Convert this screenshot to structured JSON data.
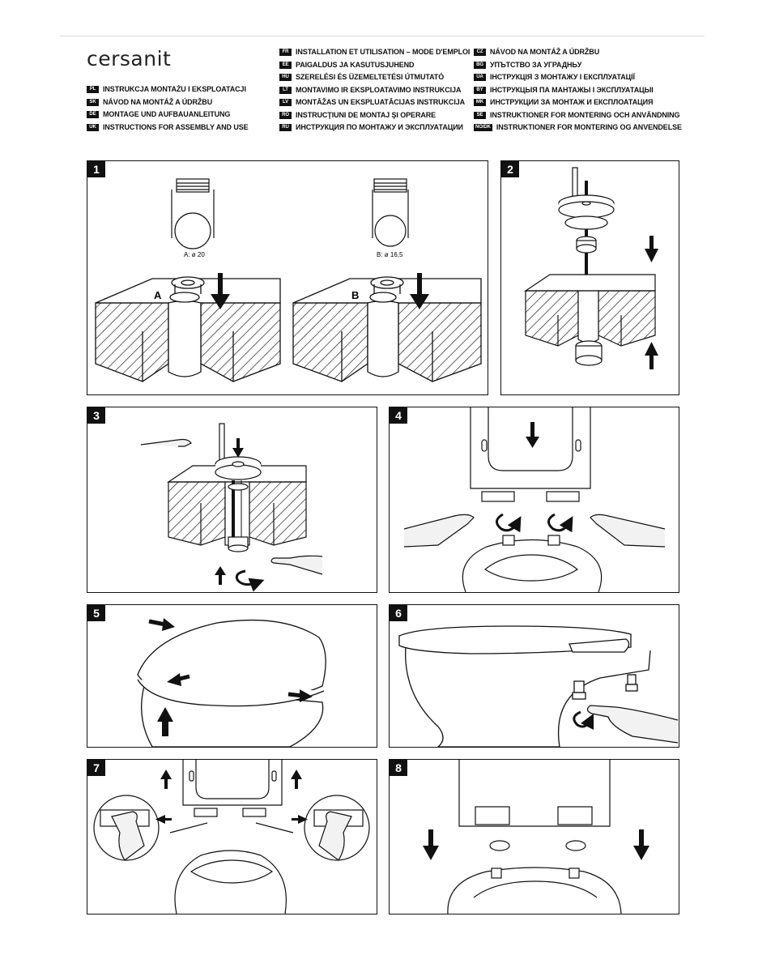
{
  "brand": {
    "logo": "cersanit"
  },
  "languages": {
    "col1": [
      {
        "code": "PL",
        "text": "INSTRUKCJA MONTAŻU I EKSPLOATACJI"
      },
      {
        "code": "SK",
        "text": "NÁVOD NA MONTÁŽ A ÚDRŽBU"
      },
      {
        "code": "DE",
        "text": "MONTAGE UND AUFBAUANLEITUNG"
      },
      {
        "code": "UK",
        "text": "INSTRUCTIONS FOR ASSEMBLY AND USE"
      }
    ],
    "col2": [
      {
        "code": "FR",
        "text": "INSTALLATION ET UTILISATION – MODE D'EMPLOI"
      },
      {
        "code": "EE",
        "text": "PAIGALDUS JA KASUTUSJUHEND"
      },
      {
        "code": "HU",
        "text": "SZERELÉSI ÉS ÜZEMELTETÉSI ÚTMUTATÓ"
      },
      {
        "code": "LT",
        "text": "MONTAVIMO IR EKSPLOATAVIMO INSTRUKCIJA"
      },
      {
        "code": "LV",
        "text": "MONTĀŽAS UN EKSPLUATĀCIJAS INSTRUKCIJA"
      },
      {
        "code": "RO",
        "text": "INSTRUCŢIUNI DE MONTAJ ŞI OPERARE"
      },
      {
        "code": "RU",
        "text": "ИНСТРУКЦИЯ ПО МОНТАЖУ И ЭКСПЛУАТАЦИИ"
      }
    ],
    "col3": [
      {
        "code": "CZ",
        "text": "NÁVOD NA MONTÁŽ A ÚDRŽBU"
      },
      {
        "code": "BG",
        "text": "УПЪТСТВО ЗА УГРАДНЬУ"
      },
      {
        "code": "UA",
        "text": "ІНСТРУКЦІЯ З МОНТАЖУ І ЕКСПЛУАТАЦІЇ"
      },
      {
        "code": "BY",
        "text": "ІНСТРУКЦЫЯ ПА МАНТАЖЫ І ЭКСПЛУАТАЦЫІ"
      },
      {
        "code": "MK",
        "text": "ИНСТРУКЦИИ ЗА МОНТАЖ И ЕКСПЛОАТАЦИЯ"
      },
      {
        "code": "SE",
        "text": "INSTRUKTIONER FOR MONTERING OCH ANVÄNDNING"
      },
      {
        "code": "NO/DK",
        "text": "INSTRUKTIONER FOR MONTERING OG ANVENDELSE"
      }
    ]
  },
  "steps": {
    "s1": {
      "num": "1",
      "label_a": "A",
      "label_b": "B",
      "caption_a": "A: ø 20",
      "caption_b": "B: ø 16,5"
    },
    "s2": {
      "num": "2"
    },
    "s3": {
      "num": "3"
    },
    "s4": {
      "num": "4"
    },
    "s5": {
      "num": "5"
    },
    "s6": {
      "num": "6"
    },
    "s7": {
      "num": "7"
    },
    "s8": {
      "num": "8"
    }
  },
  "colors": {
    "ink": "#111111",
    "hand_fill": "#f2f2f2",
    "background": "#ffffff"
  }
}
